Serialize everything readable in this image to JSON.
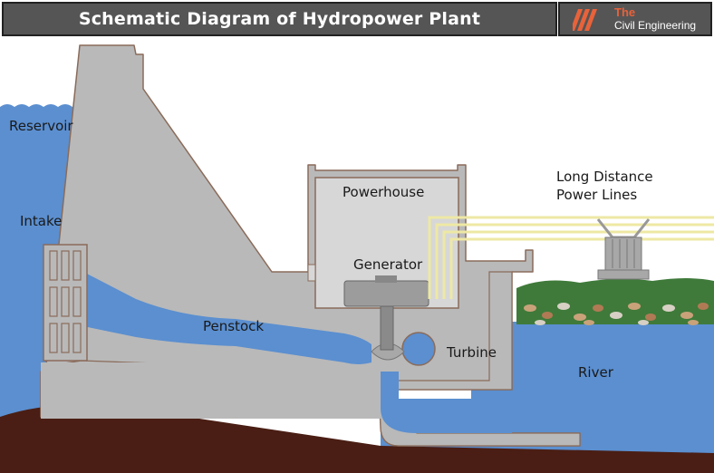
{
  "header": {
    "title": "Schematic Diagram of Hydropower Plant",
    "logo_the": "The",
    "logo_name": "Civil Engineering"
  },
  "labels": {
    "reservoir": "Reservoir",
    "intake": "Intake",
    "penstock": "Penstock",
    "powerhouse": "Powerhouse",
    "generator": "Generator",
    "turbine": "Turbine",
    "power_lines_1": "Long Distance",
    "power_lines_2": "Power Lines",
    "river": "River"
  },
  "colors": {
    "water": "#5b8fd0",
    "concrete": "#b9b9b9",
    "outline": "#8a6b5a",
    "ground": "#4a1e14",
    "grass": "#3f7a3a",
    "power_line": "#eee8a4",
    "header_bg": "#555555",
    "logo_accent": "#e8623a"
  }
}
